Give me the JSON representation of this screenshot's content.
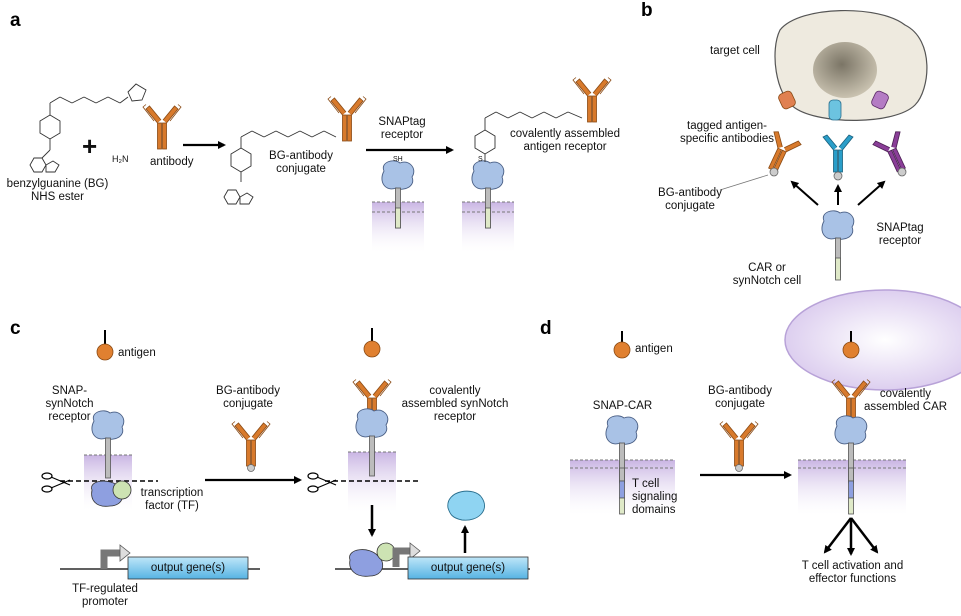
{
  "panels": {
    "a": "a",
    "b": "b",
    "c": "c",
    "d": "d"
  },
  "panel_a": {
    "bg_ester": "benzylguanine (BG)\nNHS ester",
    "plus": "+",
    "antibody": "antibody",
    "conjugate": "BG-antibody\nconjugate",
    "snaptag_receptor": "SNAPtag\nreceptor",
    "assembled": "covalently assembled\nantigen receptor",
    "chem_nh2": "H₂N",
    "chem_sh": "SH",
    "chem_s": "S"
  },
  "panel_b": {
    "target_cell": "target cell",
    "tagged": "tagged antigen-\nspecific antibodies",
    "conjugate": "BG-antibody\nconjugate",
    "receptor": "SNAPtag\nreceptor",
    "cell": "CAR or\nsynNotch cell"
  },
  "panel_c": {
    "antigen": "antigen",
    "receptor": "SNAP-\nsynNotch\nreceptor",
    "conjugate": "BG-antibody\nconjugate",
    "assembled": "covalently\nassembled synNotch\nreceptor",
    "tf": "transcription\nfactor (TF)",
    "output1": "output gene(s)",
    "output2": "output gene(s)",
    "promoter": "TF-regulated\npromoter"
  },
  "panel_d": {
    "antigen": "antigen",
    "car": "SNAP-CAR",
    "conjugate": "BG-antibody\nconjugate",
    "assembled": "covalently\nassembled CAR",
    "signaling": "T cell\nsignaling\ndomains",
    "activation": "T cell activation and\neffector functions"
  },
  "colors": {
    "antibody_orange": "#d87a2c",
    "antibody_teal": "#2a9ec9",
    "antibody_purple": "#8a3e98",
    "snap_blue": "#a9c2e6",
    "membrane_purple": "#d8c8ec",
    "gene_box": "#7cc6ea"
  }
}
